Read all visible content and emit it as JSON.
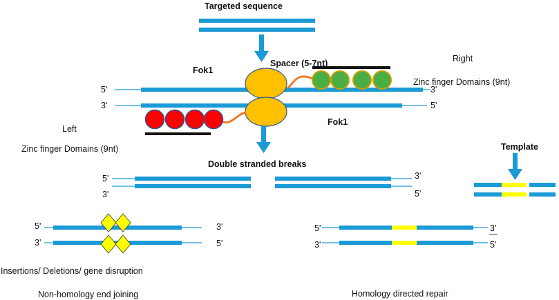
{
  "labels": {
    "targeted_sequence": "Targeted sequence",
    "spacer": "Spacer (5-7nt)",
    "fok1_top": "Fok1",
    "fok1_bottom": "Fok1",
    "right": "Right",
    "right_domains": "Zinc finger Domains (9nt)",
    "left": "Left",
    "left_domains": "Zinc finger Domains (9nt)",
    "double_stranded_breaks": "Double stranded breaks",
    "template": "Template",
    "insertions": "Insertions/ Deletions/ gene disruption",
    "nhej": "Non-homology end joining",
    "hdr": "Homology directed repair"
  },
  "ends": {
    "zfn_top_left": "5'",
    "zfn_top_right": "3'",
    "zfn_bottom_left": "3'",
    "zfn_bottom_right": "5'",
    "dsb_top_left": "5'",
    "dsb_bottom_left": "3'",
    "dsb_top_right": "3'",
    "dsb_bottom_right": "5'",
    "nhej_top_left": "5'",
    "nhej_top_right": "3'",
    "nhej_bottom_left": "3'",
    "nhej_bottom_right": "5'",
    "hdr_top_left": "5'",
    "hdr_top_right": "3'",
    "hdr_bottom_left": "3'",
    "hdr_bottom_right": "5'"
  },
  "colors": {
    "dna": "#1a9ad6",
    "fok1": "#ffc000",
    "fok1_outline": "#2f5597",
    "right_zinc_finger": "#4aae45",
    "right_zinc_finger_outline": "#c9a000",
    "left_zinc_finger": "#ff0000",
    "left_zinc_finger_outline": "#2f5597",
    "linker": "#f07a2a",
    "template_insert": "#ffff00",
    "nhej_diamond": "#ffff00",
    "text": "#111111"
  }
}
